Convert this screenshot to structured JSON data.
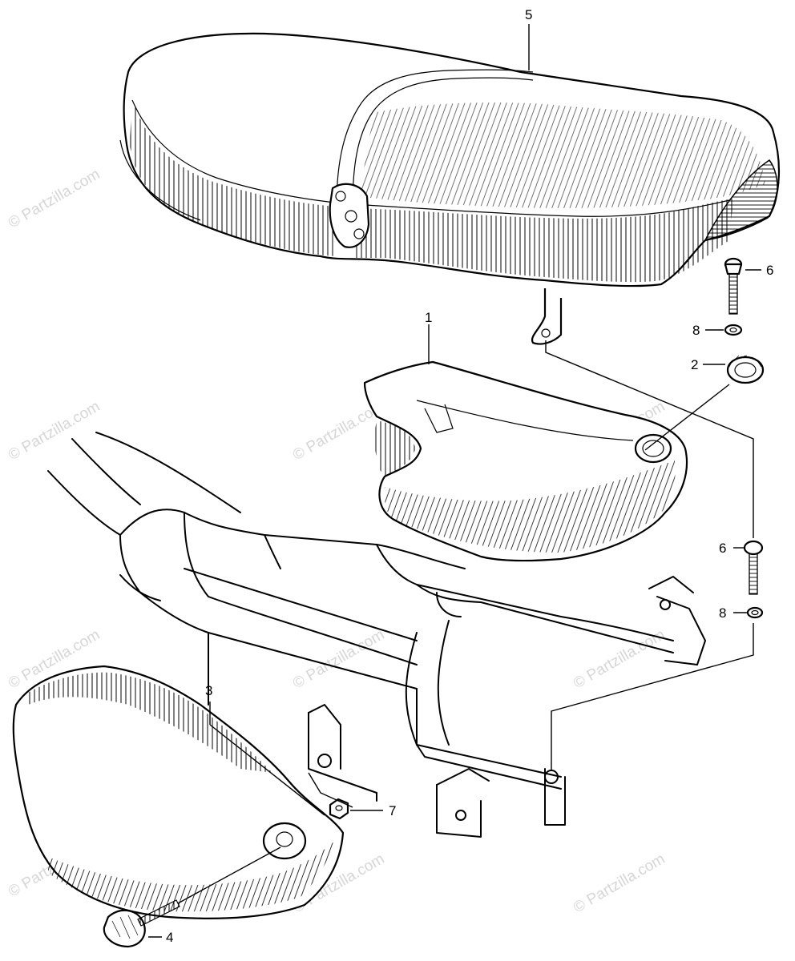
{
  "watermark": {
    "text": "© Partzilla.com"
  },
  "callouts": [
    {
      "id": "seat",
      "label": "5"
    },
    {
      "id": "bolt-upper",
      "label": "6"
    },
    {
      "id": "washer-upper",
      "label": "8"
    },
    {
      "id": "cap-nut",
      "label": "2"
    },
    {
      "id": "right-cover",
      "label": "1"
    },
    {
      "id": "bolt-lower",
      "label": "6"
    },
    {
      "id": "washer-lower",
      "label": "8"
    },
    {
      "id": "left-cover",
      "label": "3"
    },
    {
      "id": "nut",
      "label": "7"
    },
    {
      "id": "knob-screw",
      "label": "4"
    }
  ]
}
